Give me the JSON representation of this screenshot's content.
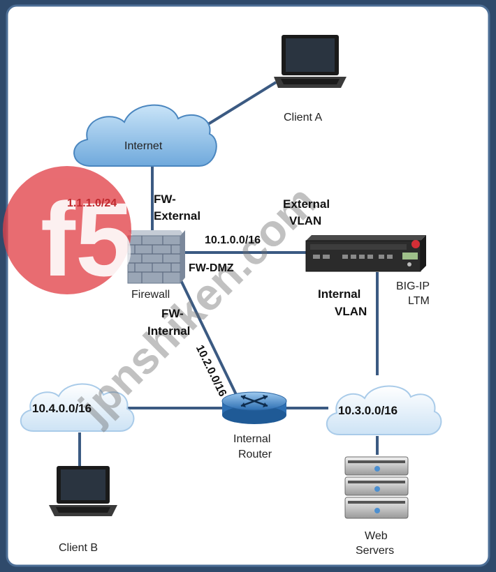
{
  "diagram": {
    "nodes": {
      "client_a": "Client A",
      "internet": "Internet",
      "firewall": "Firewall",
      "bigip_line1": "BIG-IP",
      "bigip_line2": "LTM",
      "router_line1": "Internal",
      "router_line2": "Router",
      "client_b": "Client B",
      "web_line1": "Web",
      "web_line2": "Servers"
    },
    "interfaces": {
      "fw_external_line1": "FW-",
      "fw_external_line2": "External",
      "fw_dmz": "FW-DMZ",
      "fw_internal_line1": "FW-",
      "fw_internal_line2": "Internal",
      "external_vlan_line1": "External",
      "external_vlan_line2": "VLAN",
      "internal_vlan_line1": "Internal",
      "internal_vlan_line2": "VLAN"
    },
    "networks": {
      "public": "1.1.1.0/24",
      "dmz": "10.1.0.0/16",
      "transit": "10.2.0.0/16",
      "client_b_net": "10.4.0.0/16",
      "server_net": "10.3.0.0/16"
    },
    "watermark": {
      "logo": "f5",
      "site": "jpnshiken.com"
    },
    "colors": {
      "background": "#2f4a6b",
      "panel": "#ffffff",
      "link": "#3b5a82",
      "cloud": "#7fb8e6",
      "public_net": "#c0282d",
      "logo": "#e2434a"
    }
  }
}
